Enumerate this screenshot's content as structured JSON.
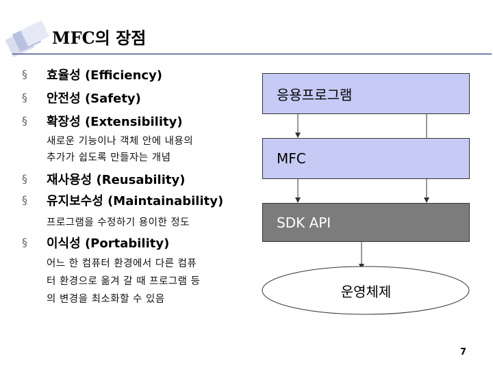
{
  "slide": {
    "title": "MFC의 장점",
    "bullets": [
      "효율성 (Efficiency)",
      "안전성 (Safety)",
      "확장성 (Extensibility)",
      "재사용성 (Reusability)",
      "유지보수성 (Maintainability)",
      "이식성 (Portability)"
    ],
    "extensibility_desc": [
      "새로운 기능이나 객체 안에 내용의",
      "추가가 쉽도록 만들자는 개념"
    ],
    "maintainability_desc": [
      "프로그램을 수정하기 용이한 정도"
    ],
    "portability_desc": [
      "어느 한 컴퓨터 환경에서 다른 컴퓨",
      "터 환경으로 옮겨 갈 때 프로그램 등",
      "의 변경을 최소화할 수 있음"
    ],
    "page_number": "7"
  },
  "diagram": {
    "app_label": "응용프로그램",
    "mfc_label": "MFC",
    "sdk_label": "SDK API",
    "os_label": "운영체제"
  },
  "colors": {
    "light_box": "#c6cbf5",
    "dark_box": "#7c7c7c",
    "title_rule": "#6f7fa8"
  }
}
